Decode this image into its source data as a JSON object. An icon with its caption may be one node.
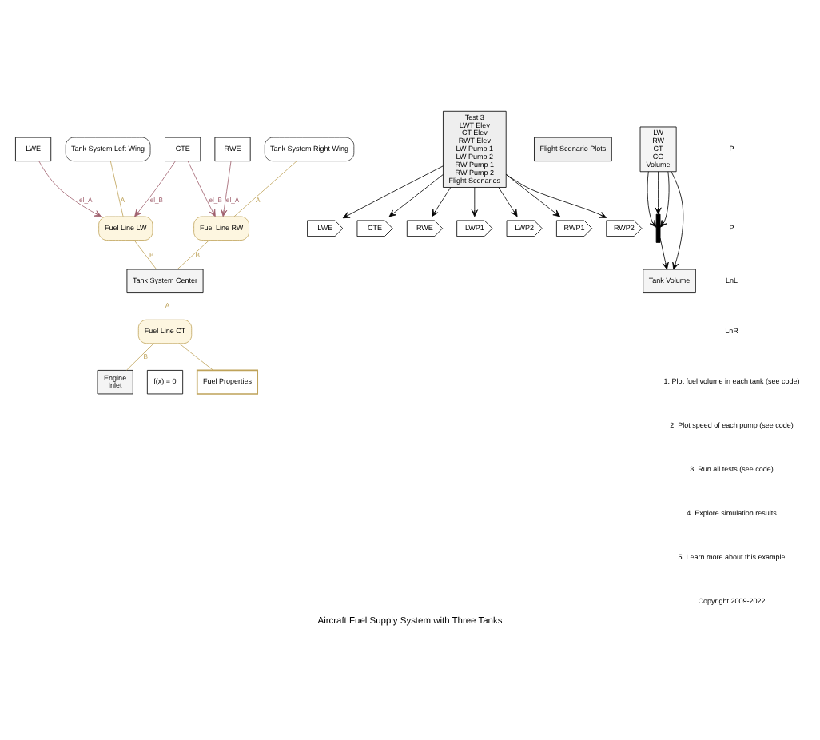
{
  "diagram": {
    "title": "Aircraft Fuel Supply System with Three Tanks",
    "nodes": [
      {
        "text": [
          "LWE"
        ]
      },
      {
        "text": [
          "CTE"
        ]
      },
      {
        "text": [
          "RWE"
        ]
      },
      {
        "text": [
          "Tank System Left Wing"
        ]
      },
      {
        "text": [
          "Fuel Line LW"
        ]
      },
      {
        "text": [
          "Fuel Line RW"
        ]
      },
      {
        "text": [
          "Tank System Right Wing"
        ]
      },
      {
        "text": [
          "Tank System Center"
        ]
      },
      {
        "text": [
          "Test 3",
          "LWT Elev",
          "CT Elev",
          "RWT Elev",
          "LW Pump 1",
          "LW Pump 2",
          "RW Pump 1",
          "RW Pump 2",
          "Flight Scenarios"
        ]
      },
      {
        "text": [
          "LWE"
        ]
      },
      {
        "text": [
          "CTE"
        ]
      },
      {
        "text": [
          "RWE"
        ]
      },
      {
        "text": [
          "LWP1"
        ]
      },
      {
        "text": [
          "LWP2"
        ]
      },
      {
        "text": [
          "RWP1"
        ]
      },
      {
        "text": [
          "RWP2"
        ]
      },
      {
        "text": [
          "Flight Scenario Plots"
        ]
      },
      {
        "text": [
          "Fuel Line CT"
        ]
      },
      {
        "text": [
          "Engine",
          "Inlet"
        ]
      },
      {
        "text": [
          "f(x) = 0"
        ]
      },
      {
        "text": [
          "Fuel Properties"
        ]
      },
      {
        "text": [
          "LW",
          "RW",
          "CT",
          "CG",
          "Volume"
        ]
      },
      {
        "text": [],
        "shape": "bar"
      },
      {
        "text": [
          "Tank Volume"
        ]
      }
    ],
    "edges": [
      {
        "from": 0,
        "to": 4,
        "arrow": "to",
        "label": "el_A",
        "color": "#a0606e"
      },
      {
        "from": 1,
        "to": 4,
        "arrow": "to",
        "label": "el_B",
        "color": "#a0606e"
      },
      {
        "from": 1,
        "to": 5,
        "arrow": "to",
        "label": "el_B",
        "color": "#a0606e"
      },
      {
        "from": 2,
        "to": 5,
        "arrow": "to",
        "label": "el_A",
        "color": "#a0606e"
      },
      {
        "from": 3,
        "to": 4,
        "arrow": "none",
        "label": "A",
        "color": "#bfa35a"
      },
      {
        "from": 4,
        "to": 7,
        "arrow": "none",
        "label": "B",
        "color": "#bfa35a"
      },
      {
        "from": 6,
        "to": 5,
        "arrow": "none",
        "label": "A",
        "color": "#bfa35a"
      },
      {
        "from": 5,
        "to": 7,
        "arrow": "none",
        "label": "B",
        "color": "#bfa35a"
      },
      {
        "from": 7,
        "to": 17,
        "arrow": "none",
        "label": "A",
        "color": "#bfa35a"
      },
      {
        "from": 17,
        "to": 18,
        "arrow": "none",
        "label": "B",
        "color": "#bfa35a"
      },
      {
        "from": 17,
        "to": 19,
        "arrow": "none",
        "color": "#bfa35a"
      },
      {
        "from": 17,
        "to": 20,
        "arrow": "none",
        "color": "#bfa35a"
      },
      {
        "from": 8,
        "to": 9,
        "arrow": "to"
      },
      {
        "from": 8,
        "to": 10,
        "arrow": "to"
      },
      {
        "from": 8,
        "to": 11,
        "arrow": "to"
      },
      {
        "from": 8,
        "to": 12,
        "arrow": "to"
      },
      {
        "from": 8,
        "to": 13,
        "arrow": "to"
      },
      {
        "from": 8,
        "to": 14,
        "arrow": "to"
      },
      {
        "from": 8,
        "to": 15,
        "arrow": "to"
      },
      {
        "from": 21,
        "to": 22,
        "arrow": "to"
      },
      {
        "from": 21,
        "to": 22,
        "arrow": "to"
      },
      {
        "from": 21,
        "to": 22,
        "arrow": "to"
      },
      {
        "from": 22,
        "to": 23,
        "arrow": "to"
      },
      {
        "from": 21,
        "to": 23,
        "arrow": "to"
      }
    ],
    "labels": [
      "P",
      "P",
      "LnL",
      "LnR",
      "1. Plot fuel volume in each tank (see code)",
      "2. Plot speed of each pump (see code)",
      "3. Run all tests (see code)",
      "4. Explore simulation results",
      "5. Learn more about this example",
      "Copyright 2009-2022"
    ]
  }
}
